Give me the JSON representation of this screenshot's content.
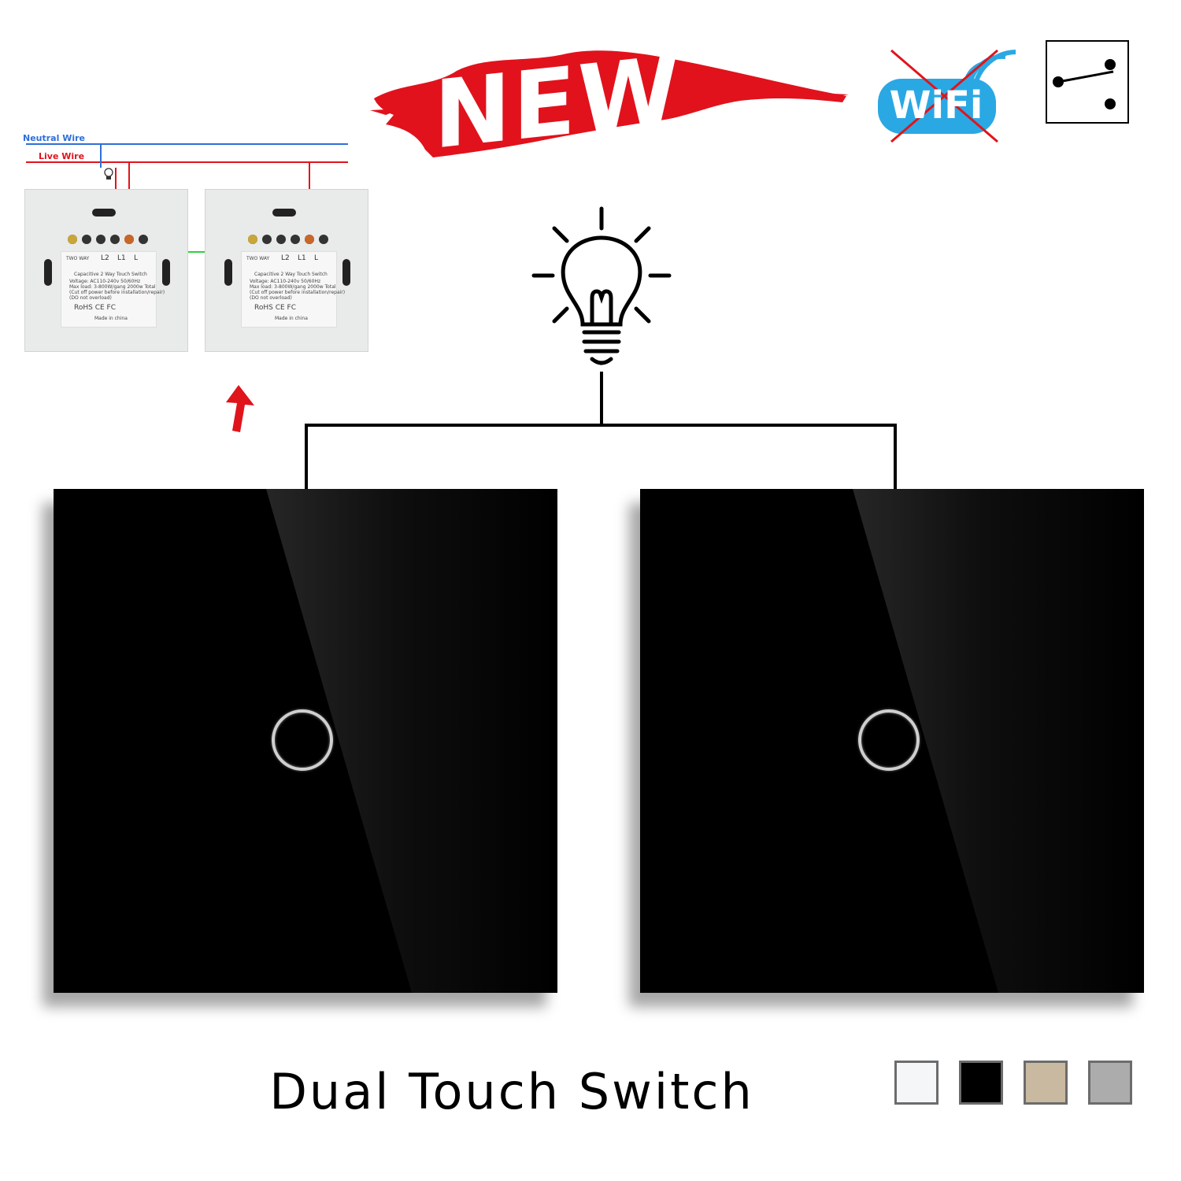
{
  "banner": {
    "new_text": "NEW",
    "wifi_text": "WiFi"
  },
  "wiring": {
    "neutral_label": "Neutral Wire",
    "live_label": "Live Wire",
    "neutral_color": "#2f6fd8",
    "live_color": "#e0141b",
    "link_color": "#2fcf3a",
    "modules": [
      {
        "brand": "TWO WAY",
        "terminals": [
          "L2",
          "L1",
          "L"
        ],
        "product": "Capacitive 2 Way Touch Switch",
        "voltage": "Voltage: AC110-240v 50/60Hz",
        "max_load": "Max load: 3-800W/gang  2000w Total",
        "warning1": "(Cut off power before installation/repair)",
        "warning2": "(DO not overload)",
        "marks": "RoHS  CE  FC",
        "made_in": "Made in china"
      },
      {
        "brand": "TWO WAY",
        "terminals": [
          "L2",
          "L1",
          "L"
        ],
        "product": "Capacitive 2 Way Touch Switch",
        "voltage": "Voltage: AC110-240v 50/60Hz",
        "max_load": "Max load: 3-800W/gang  2000w Total",
        "warning1": "(Cut off power before installation/repair)",
        "warning2": "(DO not overload)",
        "marks": "RoHS  CE  FC",
        "made_in": "Made in china"
      }
    ]
  },
  "product_title": "Dual Touch Switch",
  "panel_color": "#000000",
  "swatches": [
    {
      "name": "white",
      "color": "#f4f6f8"
    },
    {
      "name": "black",
      "color": "#000000"
    },
    {
      "name": "gold",
      "color": "#c9b9a0"
    },
    {
      "name": "grey",
      "color": "#acacac"
    }
  ],
  "icons": [
    "no-wifi-icon",
    "two-way-switch-icon",
    "light-bulb-icon",
    "up-arrow-icon",
    "touch-ring-icon"
  ]
}
